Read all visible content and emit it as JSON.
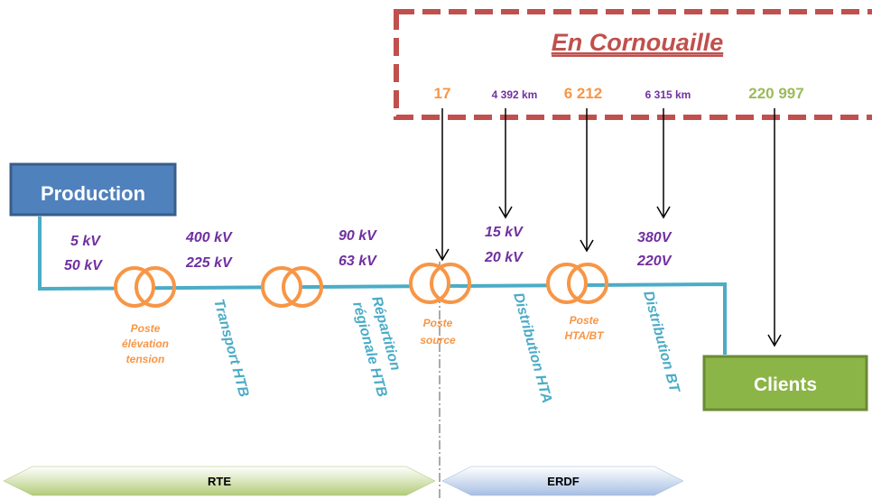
{
  "region": {
    "title": "En Cornouaille",
    "counts": [
      {
        "value": "17",
        "color": "#f79646"
      },
      {
        "value": "4 392 km",
        "color": "#7030a0"
      },
      {
        "value": "6 212",
        "color": "#f79646"
      },
      {
        "value": "6 315 km",
        "color": "#7030a0"
      },
      {
        "value": "220 997",
        "color": "#9bbb59"
      }
    ]
  },
  "nodes": {
    "production": "Production",
    "clients": "Clients"
  },
  "voltages": {
    "production": [
      "5 kV",
      "50 kV"
    ],
    "transport": [
      "400 kV",
      "225 kV"
    ],
    "repartition": [
      "90 kV",
      "63 kV"
    ],
    "hta": [
      "15 kV",
      "20 kV"
    ],
    "bt": [
      "380V",
      "220V"
    ]
  },
  "substations": {
    "elevation": [
      "Poste",
      "élévation",
      "tension"
    ],
    "source": [
      "Poste",
      "source"
    ],
    "hta_bt": [
      "Poste",
      "HTA/BT"
    ]
  },
  "segments": {
    "transport": "Transport HTB",
    "repartition": [
      "Répartition",
      "régionale HTB"
    ],
    "distribution_hta": "Distribution HTA",
    "distribution_bt": "Distribution BT"
  },
  "operators": {
    "rte": "RTE",
    "erdf": "ERDF"
  },
  "colors": {
    "line": "#4bacc6",
    "transformer": "#f79646",
    "production_box": "#4f81bd",
    "clients_box": "#8cb547",
    "dashed_border": "#c0504d",
    "rte_arrow": "#c5d9a0",
    "erdf_arrow": "#b9cde5"
  }
}
